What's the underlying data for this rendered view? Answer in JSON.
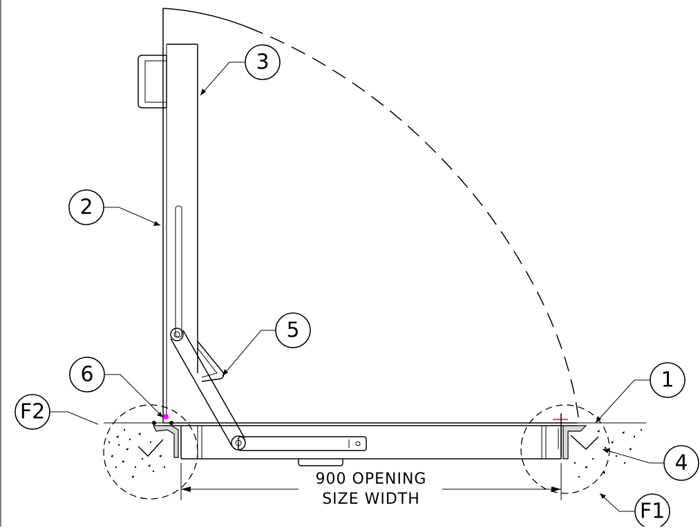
{
  "callouts": {
    "c1": "1",
    "c2": "2",
    "c3": "3",
    "c4": "4",
    "c5": "5",
    "c6": "6",
    "f1": "F1",
    "f2": "F2"
  },
  "dimension": {
    "line1": "900 OPENING",
    "line2": "SIZE WIDTH"
  },
  "colors": {
    "line": "#000000",
    "marker_magenta": "#ff00ff",
    "marker_red": "#ff0000"
  }
}
